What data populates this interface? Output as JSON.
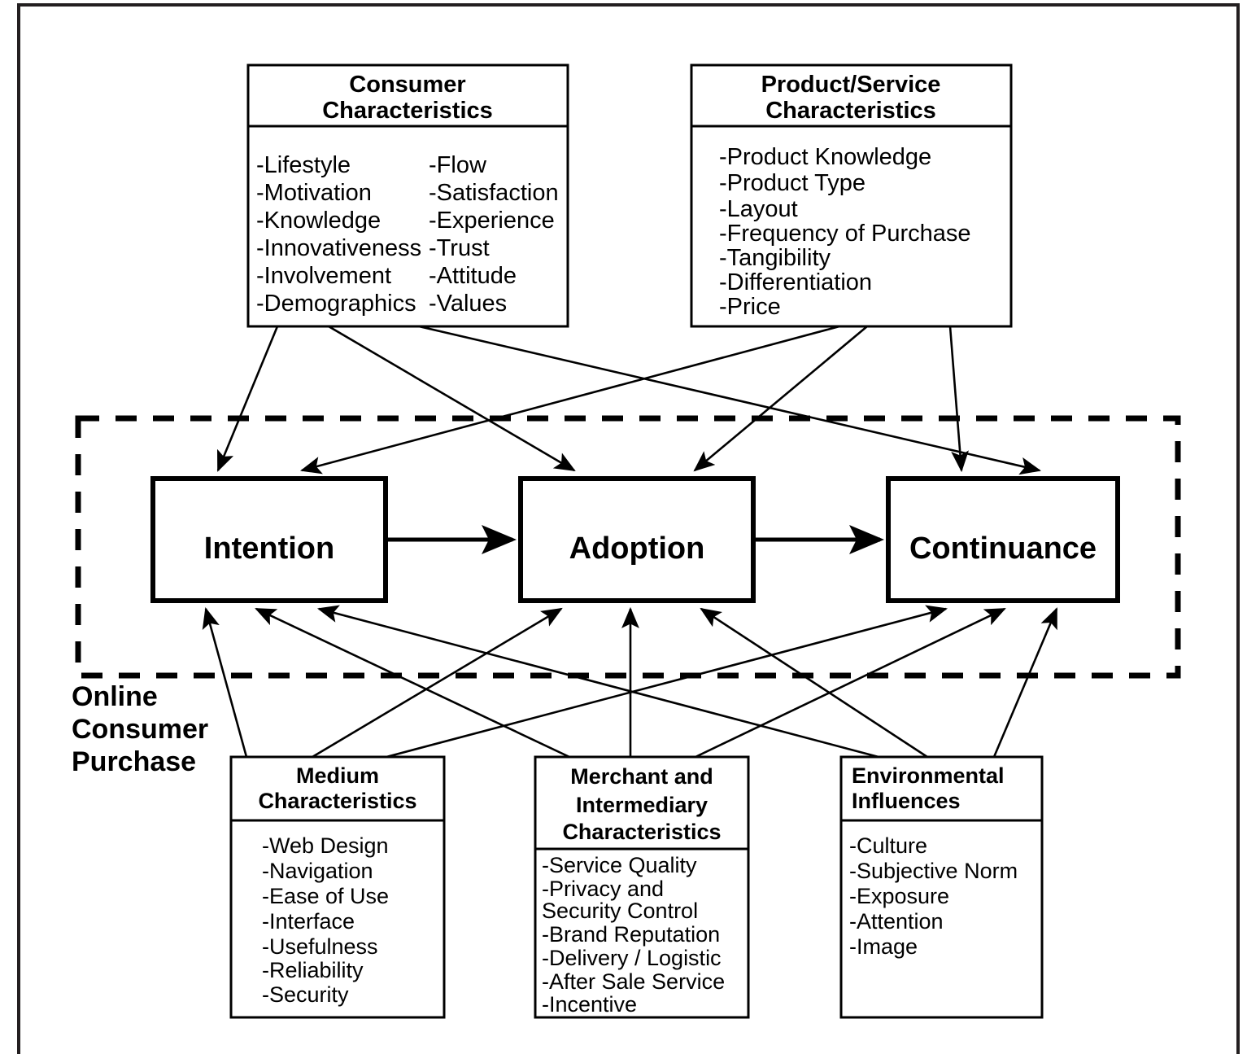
{
  "figure": {
    "frame_color": "#231f20",
    "line_color": "#000000",
    "background": "#ffffff",
    "zone_label_line1": "Online",
    "zone_label_line2": "Consumer",
    "zone_label_line3": "Purchase"
  },
  "core": {
    "intention": "Intention",
    "adoption": "Adoption",
    "continuance": "Continuance"
  },
  "boxes": {
    "consumer": {
      "title_line1": "Consumer",
      "title_line2": "Characteristics",
      "items_col1": [
        "-Lifestyle",
        "-Motivation",
        "-Knowledge",
        "-Innovativeness",
        "-Involvement",
        "-Demographics"
      ],
      "items_col2": [
        "-Flow",
        "-Satisfaction",
        "-Experience",
        "-Trust",
        "-Attitude",
        "-Values"
      ]
    },
    "product": {
      "title_line1": "Product/Service",
      "title_line2": "Characteristics",
      "items": [
        "-Product Knowledge",
        "-Product Type",
        "-Layout",
        "-Frequency of Purchase",
        "-Tangibility",
        "-Differentiation",
        "-Price"
      ]
    },
    "medium": {
      "title_line1": "Medium",
      "title_line2": "Characteristics",
      "items": [
        "-Web Design",
        "-Navigation",
        "-Ease of Use",
        "-Interface",
        "-Usefulness",
        "-Reliability",
        "-Security"
      ]
    },
    "merchant": {
      "title_line1": "Merchant and",
      "title_line2": "Intermediary",
      "title_line3": "Characteristics",
      "items": [
        "-Service Quality",
        "-Privacy and",
        "Security Control",
        "-Brand Reputation",
        "-Delivery / Logistic",
        "-After Sale Service",
        "-Incentive"
      ]
    },
    "environmental": {
      "title_line1": "Environmental",
      "title_line2": "Influences",
      "items": [
        "-Culture",
        "-Subjective Norm",
        "-Exposure",
        "-Attention",
        "-Image"
      ]
    }
  }
}
